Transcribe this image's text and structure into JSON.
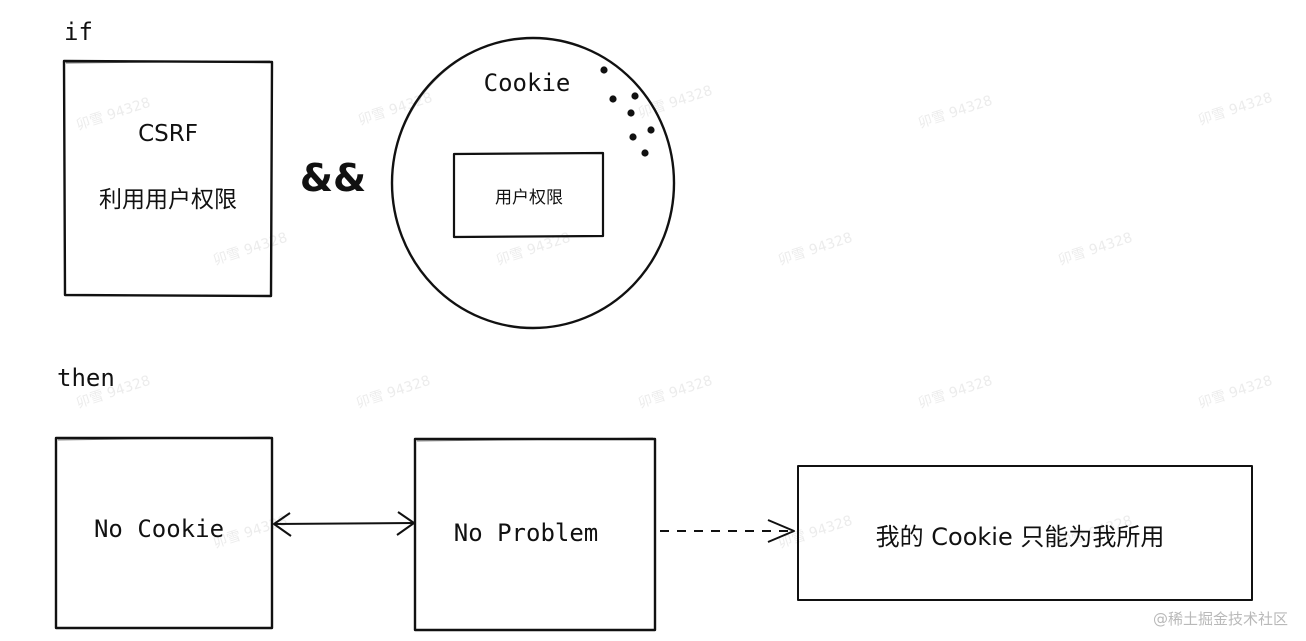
{
  "labels": {
    "if": "if",
    "then": "then",
    "and": "&&"
  },
  "csrf_box": {
    "title": "CSRF",
    "subtitle": "利用用户权限"
  },
  "cookie_circle": {
    "title": "Cookie",
    "inner_box": "用户权限"
  },
  "bottom": {
    "no_cookie": "No Cookie",
    "no_problem": "No Problem",
    "my_cookie": "我的 Cookie 只能为我所用"
  },
  "watermark": {
    "text": "卯雪 94328",
    "footer": "@稀土掘金技术社区"
  }
}
